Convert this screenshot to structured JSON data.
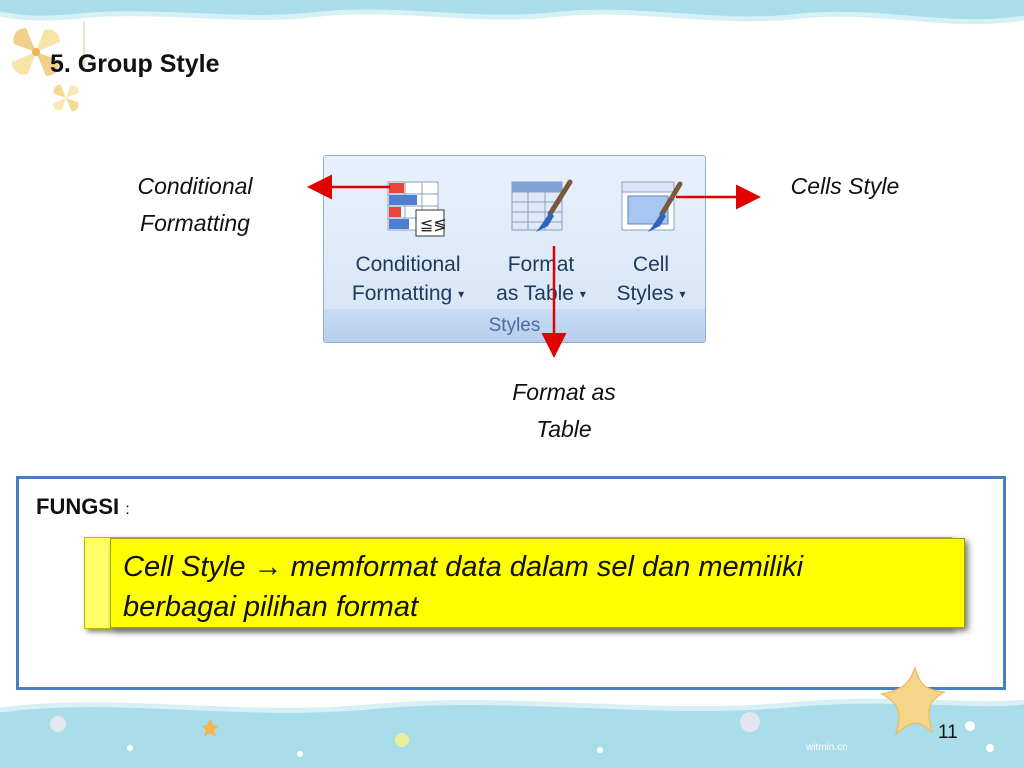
{
  "slide": {
    "title": "5. Group Style",
    "page_number": "11",
    "watermark": "witmin.cn"
  },
  "ribbon": {
    "group_label": "Styles",
    "buttons": [
      {
        "line1": "Conditional",
        "line2": "Formatting",
        "icon": "conditional-formatting-icon"
      },
      {
        "line1": "Format",
        "line2": "as Table",
        "icon": "format-as-table-icon"
      },
      {
        "line1": "Cell",
        "line2": "Styles",
        "icon": "cell-styles-icon"
      }
    ]
  },
  "callouts": {
    "conditional": {
      "line1": "Conditional",
      "line2": "Formatting"
    },
    "cells_style": "Cells Style",
    "format_table": {
      "line1": "Format as",
      "line2": "Table"
    }
  },
  "fungsi": {
    "label": "FUNGSI",
    "colon": ":",
    "description_line1": "Cell Style → memformat data dalam sel dan memiliki",
    "description_line2": "berbagai pilihan format"
  },
  "colors": {
    "arrow": "#e00000",
    "highlight": "#ffff00",
    "box_border": "#4a7fc4",
    "ribbon_text": "#1e395b"
  }
}
